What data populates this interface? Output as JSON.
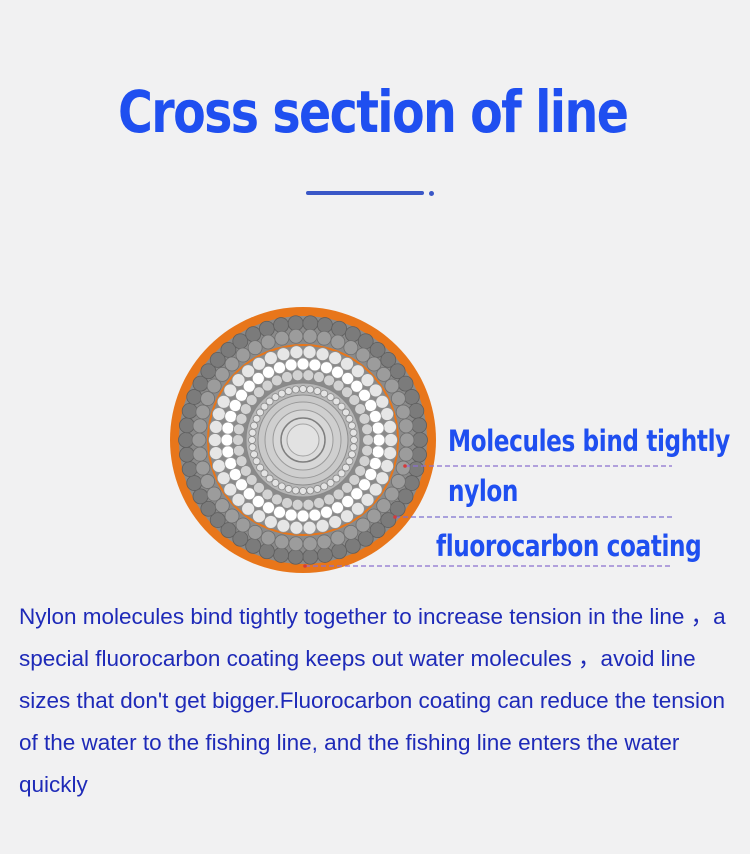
{
  "title": "Cross section of line",
  "colors": {
    "accent_blue": "#1f4ff0",
    "text_blue": "#1e2ab8",
    "orange_ring": "#e8761a",
    "background": "#f1f1f2"
  },
  "labels": {
    "molecules": "Molecules bind tightly",
    "nylon": "nylon",
    "coating": "fluorocarbon coating"
  },
  "description": "Nylon molecules bind tightly together to increase tension in the line ，a special fluorocarbon coating keeps out water molecules ，avoid line sizes that don't get bigger.Fluorocarbon coating can reduce the tension of the water to the fishing line, and the fishing line enters the water quickly"
}
